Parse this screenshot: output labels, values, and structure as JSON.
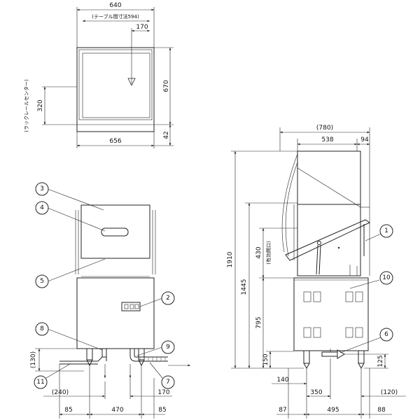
{
  "top_view": {
    "width_total": "640",
    "table_size": "(テーブル間寸法594)",
    "offset": "170",
    "depth": "670",
    "rack_center_label": "(ラックレールセンター)",
    "rack_center_value": "320",
    "bottom_width": "656",
    "bottom_depth": "42"
  },
  "front_view": {
    "dim_130": "(130)",
    "dim_240": "(240)",
    "dim_85": "85",
    "dim_470": "470",
    "dim_85b": "85",
    "dim_170": "170"
  },
  "side_view": {
    "dim_780": "(780)",
    "dim_538": "538",
    "dim_94": "94",
    "dim_1910": "1910",
    "dim_1445": "1445",
    "dim_430": "430",
    "dim_430_note": "(有効開口)",
    "dim_795": "795",
    "dim_150": "150",
    "dim_125": "125",
    "dim_140": "140",
    "dim_350": "350",
    "dim_120": "(120)",
    "dim_87": "87",
    "dim_495": "495",
    "dim_88": "88"
  },
  "callouts": {
    "c1": "1",
    "c2": "2",
    "c3": "3",
    "c4": "4",
    "c5": "5",
    "c6": "6",
    "c7": "7",
    "c8": "8",
    "c9": "9",
    "c10": "10",
    "c11": "11"
  }
}
